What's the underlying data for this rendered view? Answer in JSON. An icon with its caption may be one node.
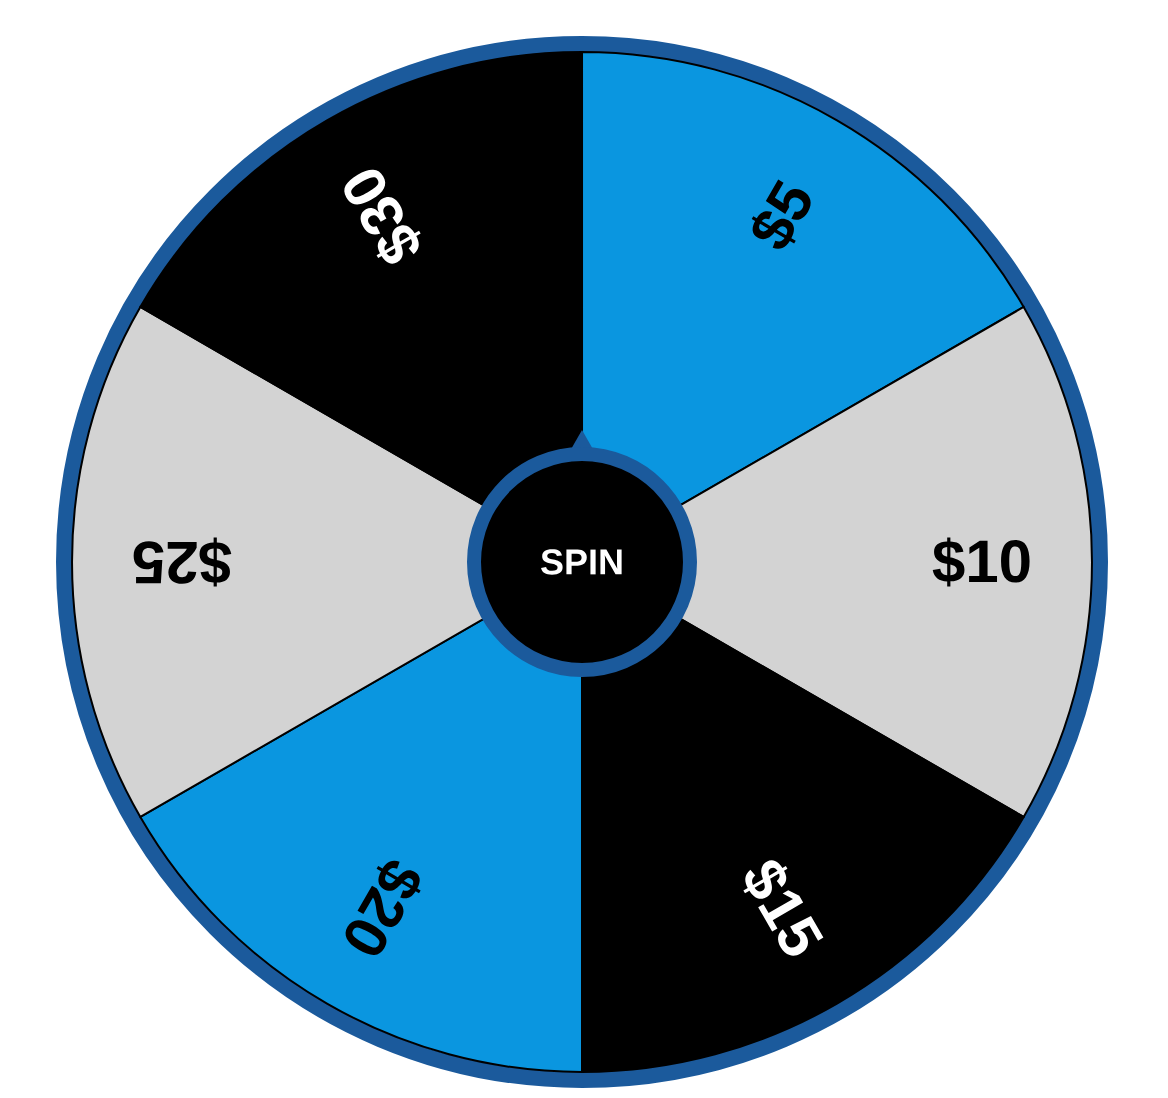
{
  "diagram": {
    "nodes": [
      {
        "text": [
          "$5"
        ]
      },
      {
        "text": [
          "$10"
        ]
      },
      {
        "text": [
          "$15"
        ]
      },
      {
        "text": [
          "$20"
        ]
      },
      {
        "text": [
          "$25"
        ]
      },
      {
        "text": [
          "$30"
        ]
      },
      {
        "text": [
          "SPIN"
        ]
      }
    ]
  }
}
